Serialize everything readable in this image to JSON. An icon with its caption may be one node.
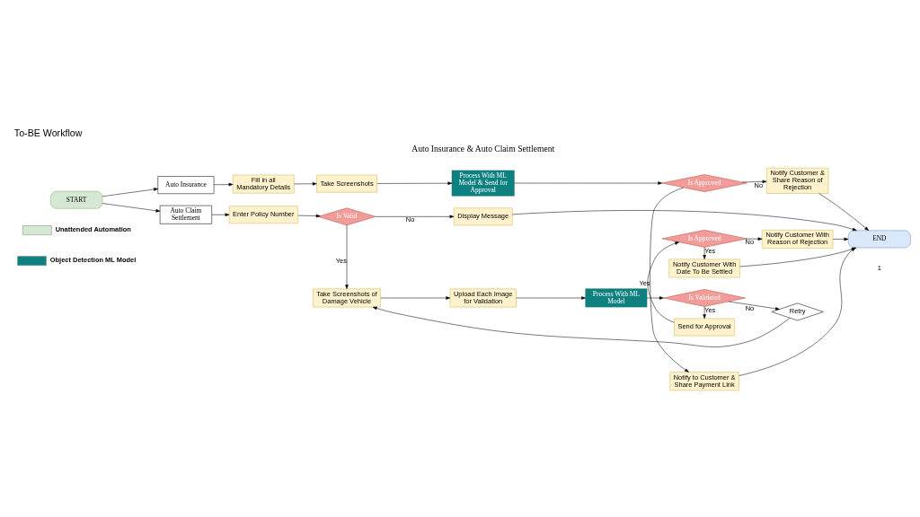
{
  "diagram": {
    "title": "To-BE Workflow",
    "nodes": [
      {
        "text": [
          "START"
        ]
      },
      {
        "text": [
          "Auto Insurance"
        ]
      },
      {
        "text": [
          "Auto Claim Settlement"
        ]
      },
      {
        "text": [
          "Fill in all Mandatory Details"
        ]
      },
      {
        "text": [
          "Take Screenshots"
        ]
      },
      {
        "text": [
          "Process With ML Model & Send for Approval"
        ]
      },
      {
        "text": [
          "Is Approved"
        ]
      },
      {
        "text": [
          "Notify Customer & Share Reason of Rejection"
        ]
      },
      {
        "text": [
          "Notify to Customer & Share Payment Link"
        ]
      },
      {
        "text": [
          "Enter Policy Number"
        ]
      },
      {
        "text": [
          "Is Valid"
        ]
      },
      {
        "text": [
          "Display Message"
        ]
      },
      {
        "text": [
          "END"
        ]
      },
      {
        "text": [
          "Take Screenshots of Damage Vehicle"
        ]
      },
      {
        "text": [
          "Upload Each Image for Validation"
        ]
      },
      {
        "text": [
          "Process With ML Model"
        ]
      },
      {
        "text": [
          "Is Validated"
        ]
      },
      {
        "text": [
          "Retry"
        ]
      },
      {
        "text": [
          "Send for Approval"
        ]
      },
      {
        "text": [
          "Is Approved"
        ]
      },
      {
        "text": [
          "Notify Customer With Reason of Rejection"
        ]
      },
      {
        "text": [
          "Notify Customer With Date To Be Settled"
        ]
      }
    ],
    "edges": [
      {
        "from": 0,
        "to": 1,
        "arrow": "to"
      },
      {
        "from": 0,
        "to": 2,
        "arrow": "to"
      },
      {
        "from": 1,
        "to": 3,
        "arrow": "to"
      },
      {
        "from": 3,
        "to": 4,
        "arrow": "to"
      },
      {
        "from": 4,
        "to": 5,
        "arrow": "to"
      },
      {
        "from": 5,
        "to": 6,
        "arrow": "to"
      },
      {
        "from": 6,
        "to": 7,
        "arrow": "to",
        "label": "No"
      },
      {
        "from": 6,
        "to": 8,
        "arrow": "to",
        "label": "Yes"
      },
      {
        "from": 7,
        "to": 12,
        "arrow": "to"
      },
      {
        "from": 8,
        "to": 12,
        "arrow": "to"
      },
      {
        "from": 2,
        "to": 9,
        "arrow": "to"
      },
      {
        "from": 9,
        "to": 10,
        "arrow": "to"
      },
      {
        "from": 10,
        "to": 11,
        "arrow": "to",
        "label": "No"
      },
      {
        "from": 11,
        "to": 12,
        "arrow": "to"
      },
      {
        "from": 10,
        "to": 13,
        "arrow": "to",
        "label": "Yes"
      },
      {
        "from": 13,
        "to": 14,
        "arrow": "to"
      },
      {
        "from": 14,
        "to": 15,
        "arrow": "to"
      },
      {
        "from": 15,
        "to": 16,
        "arrow": "to"
      },
      {
        "from": 16,
        "to": 17,
        "arrow": "to",
        "label": "No"
      },
      {
        "from": 17,
        "to": 13,
        "arrow": "to"
      },
      {
        "from": 16,
        "to": 18,
        "arrow": "to",
        "label": "Yes"
      },
      {
        "from": 18,
        "to": 19,
        "arrow": "to"
      },
      {
        "from": 19,
        "to": 20,
        "arrow": "to",
        "label": "No"
      },
      {
        "from": 19,
        "to": 21,
        "arrow": "to",
        "label": "Yes"
      },
      {
        "from": 20,
        "to": 12,
        "arrow": "to"
      },
      {
        "from": 21,
        "to": 12,
        "arrow": "to"
      }
    ],
    "labels": [
      "Auto Insurance & Auto Claim Settlement",
      "1"
    ],
    "legend": [
      {
        "text": "Unattended Automation",
        "color": "#d5e8d4"
      },
      {
        "text": "Object Detection ML Model",
        "color": "#0e8080"
      }
    ]
  }
}
